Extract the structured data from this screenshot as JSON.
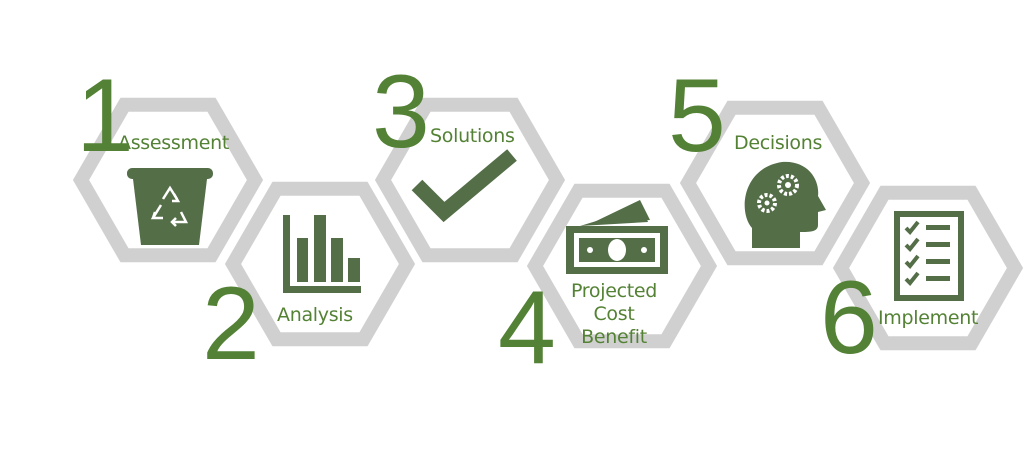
{
  "colors": {
    "hex_stroke": "#d0d0d0",
    "number": "#538135",
    "label": "#548235",
    "icon": "#546e48"
  },
  "steps": [
    {
      "number": "1",
      "label": "Assessment",
      "icon": "recycle-bin-icon"
    },
    {
      "number": "2",
      "label": "Analysis",
      "icon": "bar-chart-icon"
    },
    {
      "number": "3",
      "label": "Solutions",
      "icon": "checkmark-icon"
    },
    {
      "number": "4",
      "label_line1": "Projected Cost",
      "label_line2": "Benefit",
      "icon": "money-icon"
    },
    {
      "number": "5",
      "label": "Decisions",
      "icon": "head-gears-icon"
    },
    {
      "number": "6",
      "label": "Implement",
      "icon": "checklist-icon"
    }
  ]
}
